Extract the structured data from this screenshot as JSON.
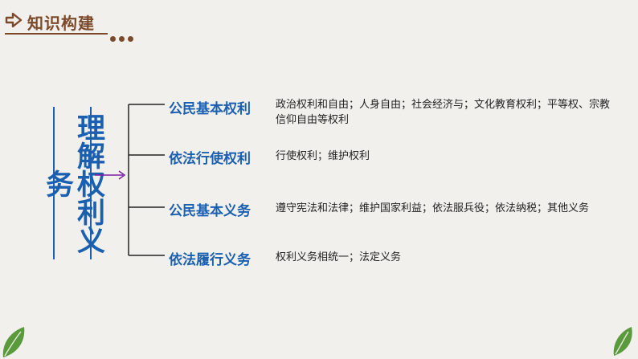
{
  "header": {
    "title": "知识构建",
    "accent": "#7b4a2a"
  },
  "main_title": "理解权利义务",
  "colors": {
    "primary": "#1a5fb0",
    "connector": "#7a1fa2",
    "leaf": "#5a9a3c"
  },
  "branches": [
    {
      "label": "公民基本权利",
      "detail": "政治权利和自由；人身自由；社会经济与；文化教育权利；平等权、宗教信仰自由等权利"
    },
    {
      "label": "依法行使权利",
      "detail": "行使权利；维护权利"
    },
    {
      "label": "公民基本义务",
      "detail": "遵守宪法和法律；维护国家利益；依法服兵役；依法纳税；其他义务"
    },
    {
      "label": "依法履行义务",
      "detail": "权利义务相统一；法定义务"
    }
  ]
}
